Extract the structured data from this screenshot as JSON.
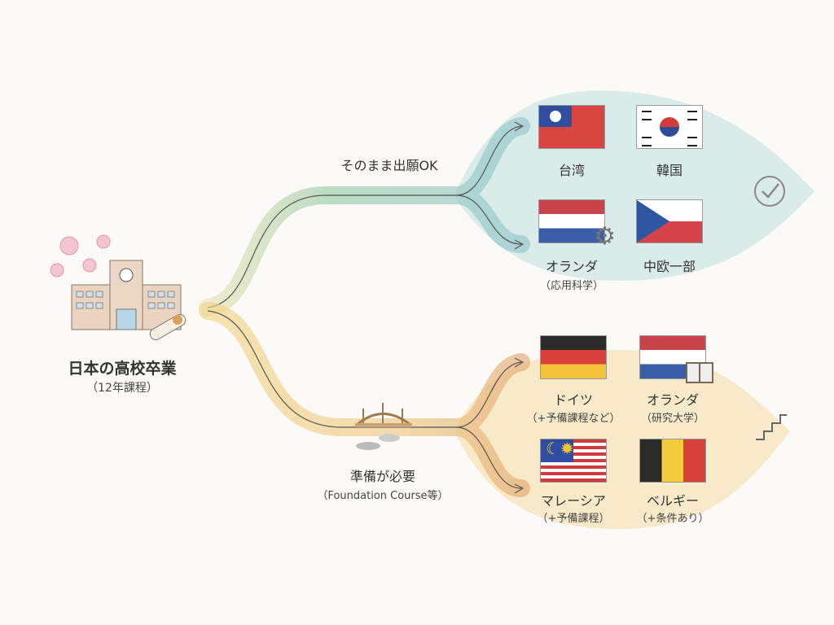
{
  "origin": {
    "title": "日本の高校卒業",
    "subtitle": "（12年課程）"
  },
  "routes": [
    {
      "label": "そのまま出願OK",
      "color": "#9fcfc8",
      "icon": "checkmark-icon",
      "countries": [
        {
          "name": "台湾",
          "note": "",
          "flag": "taiwan-flag"
        },
        {
          "name": "韓国",
          "note": "",
          "flag": "korea-flag"
        },
        {
          "name": "オランダ",
          "note": "（応用科学）",
          "flag": "netherlands-flag",
          "badge": "gear-icon"
        },
        {
          "name": "中欧一部",
          "note": "",
          "flag": "czech-flag"
        }
      ]
    },
    {
      "label": "準備が必要",
      "sublabel": "（Foundation Course等）",
      "color": "#f3d89a",
      "icon": "stairs-icon",
      "countries": [
        {
          "name": "ドイツ",
          "note": "（+予備課程など）",
          "flag": "germany-flag"
        },
        {
          "name": "オランダ",
          "note": "（研究大学）",
          "flag": "netherlands-flag",
          "badge": "book-icon"
        },
        {
          "name": "マレーシア",
          "note": "（+予備課程）",
          "flag": "malaysia-flag"
        },
        {
          "name": "ベルギー",
          "note": "（+条件あり）",
          "flag": "belgium-flag"
        }
      ]
    }
  ]
}
